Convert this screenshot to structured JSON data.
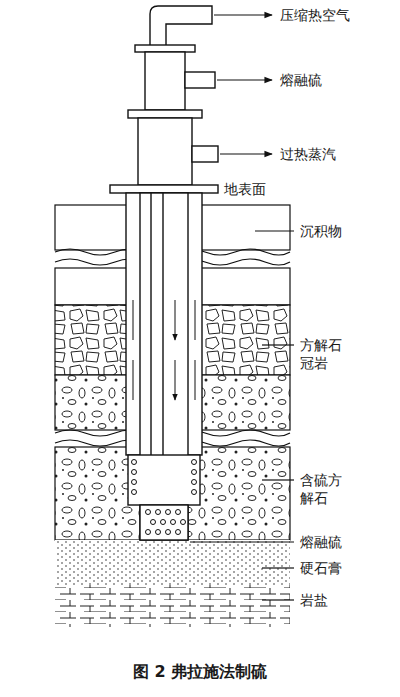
{
  "diagram": {
    "caption": "图 2 弗拉施法制硫",
    "labels": [
      "压缩热空气",
      "熔融硫",
      "过热蒸汽",
      "地表面",
      "沉积物",
      "方解石 冠岩",
      "含硫方 解石",
      "熔融硫",
      "硬石膏",
      "岩盐"
    ]
  }
}
